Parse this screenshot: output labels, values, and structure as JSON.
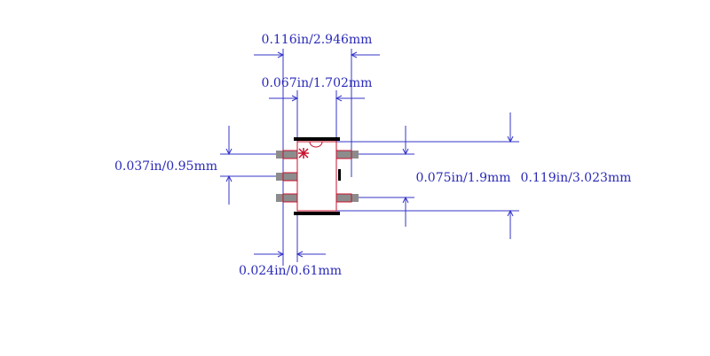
{
  "dimensions": {
    "overall_width": "0.116in/2.946mm",
    "pad_span": "0.067in/1.702mm",
    "pitch": "0.037in/0.95mm",
    "body_height": "0.075in/1.9mm",
    "overall_height": "0.119in/3.023mm",
    "pad_width": "0.024in/0.61mm"
  },
  "colors": {
    "dimension": "#3434c8",
    "outline": "#c8102e",
    "pad": "#8c8c8c",
    "silkscreen": "#000000"
  }
}
